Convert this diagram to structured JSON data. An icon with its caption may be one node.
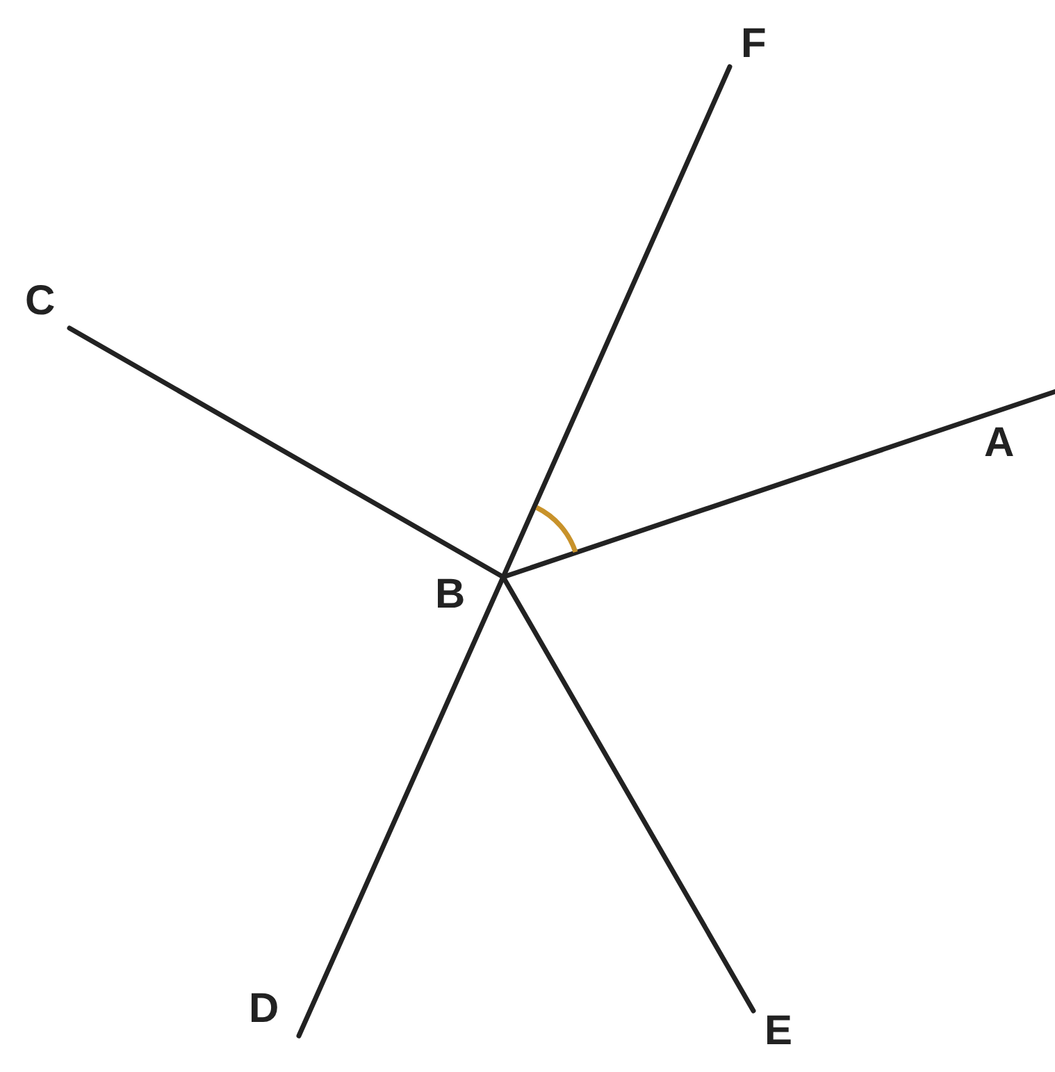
{
  "diagram": {
    "nodes": [
      {
        "text": [
          "A"
        ]
      },
      {
        "text": [
          "B"
        ]
      },
      {
        "text": [
          "C"
        ]
      },
      {
        "text": [
          "D"
        ]
      },
      {
        "text": [
          "E"
        ]
      },
      {
        "text": [
          "F"
        ]
      }
    ],
    "edges": [
      {
        "from": 1,
        "to": 0,
        "arrow": "none"
      },
      {
        "from": 1,
        "to": 2,
        "arrow": "none"
      },
      {
        "from": 1,
        "to": 3,
        "arrow": "none"
      },
      {
        "from": 1,
        "to": 4,
        "arrow": "none"
      },
      {
        "from": 1,
        "to": 5,
        "arrow": "none"
      }
    ]
  }
}
